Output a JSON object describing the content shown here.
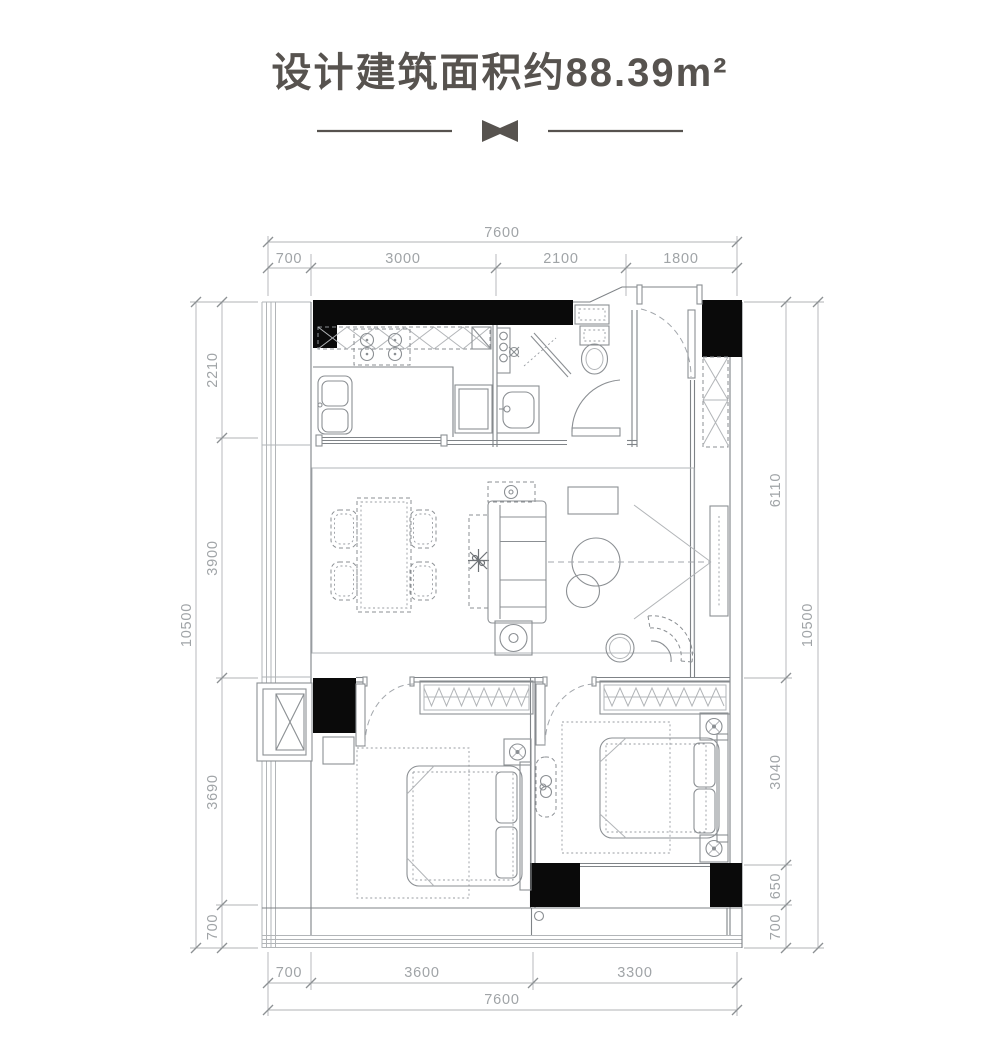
{
  "header": {
    "title": "设计建筑面积约88.39m²"
  },
  "floor_plan": {
    "dimensions": {
      "top": {
        "total": "7600",
        "segments": [
          "700",
          "3000",
          "2100",
          "1800"
        ]
      },
      "bottom": {
        "total": "7600",
        "segments": [
          "700",
          "3600",
          "3300"
        ]
      },
      "left": {
        "total": "10500",
        "segments": [
          "2210",
          "3900",
          "3690",
          "700"
        ]
      },
      "right": {
        "total": "10500",
        "segments": [
          "6110",
          "3040",
          "650",
          "700"
        ]
      }
    }
  },
  "colors": {
    "title_text": "#57534F",
    "plan_lines": "#85898D",
    "dimension_text": "#A0A4A7",
    "wall_fill": "#0A0A0A",
    "background": "#FFFFFF"
  },
  "icons": {
    "divider": "bowtie-icon"
  }
}
